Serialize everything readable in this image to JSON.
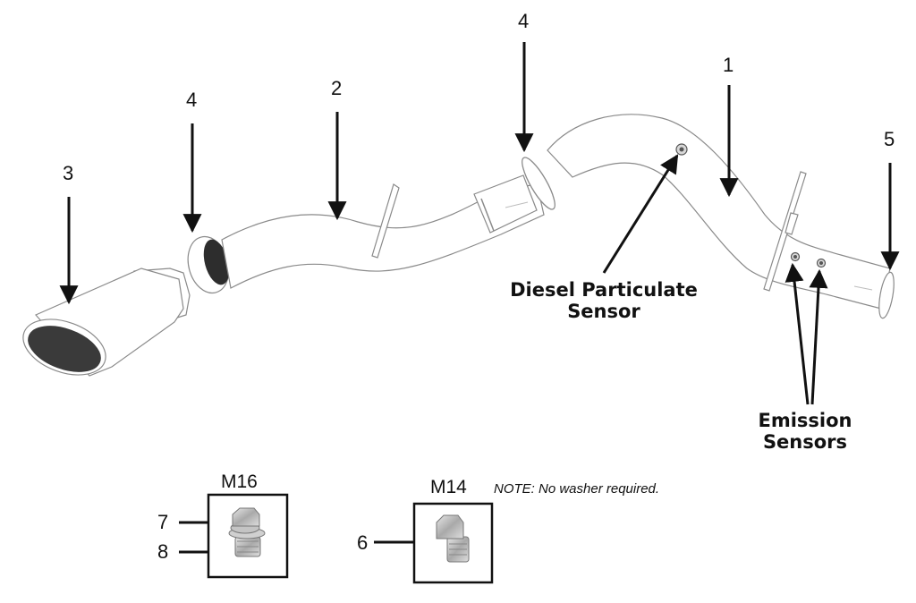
{
  "callouts": {
    "n1": "1",
    "n2": "2",
    "n3": "3",
    "n4_left": "4",
    "n4_top": "4",
    "n5": "5",
    "n6": "6",
    "n7": "7",
    "n8": "8"
  },
  "sensors": {
    "dpf_line1": "Diesel Particulate",
    "dpf_line2": "Sensor",
    "emission_line1": "Emission",
    "emission_line2": "Sensors"
  },
  "hardware": {
    "m16_label": "M16",
    "m14_label": "M14",
    "note": "NOTE: No washer required."
  },
  "colors": {
    "line": "#111111",
    "pipe_outline": "#8a8a8a",
    "tip_dark": "#3a3a3a",
    "bolt": "#b9b9b9"
  }
}
